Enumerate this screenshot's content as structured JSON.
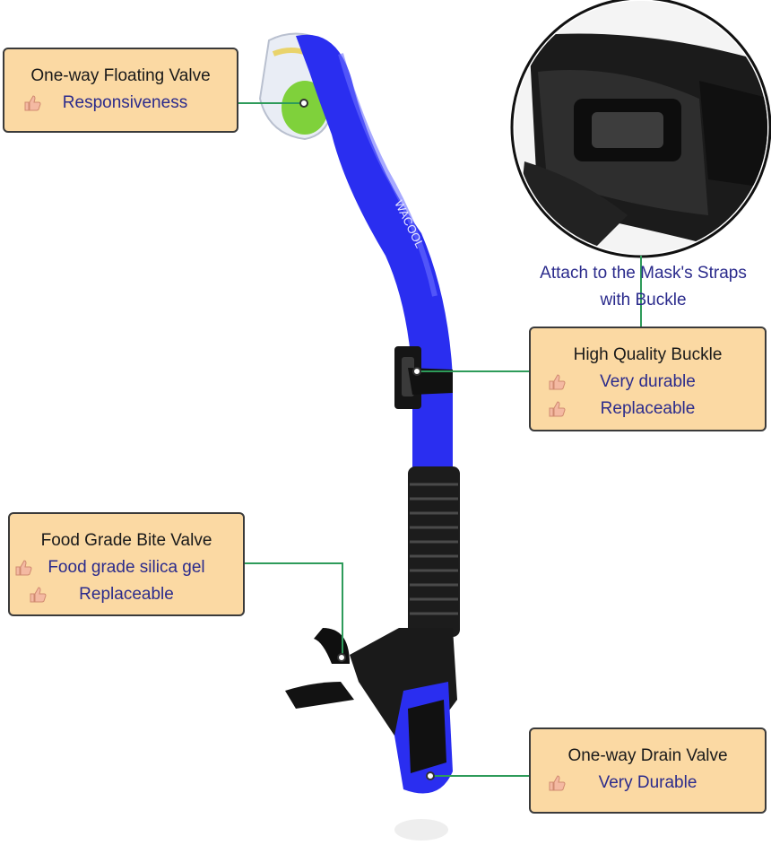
{
  "callouts": {
    "floating_valve": {
      "title": "One-way Floating Valve",
      "points": [
        "Responsiveness"
      ]
    },
    "buckle": {
      "title": "High Quality Buckle",
      "points": [
        "Very durable",
        "Replaceable"
      ]
    },
    "bite_valve": {
      "title": "Food Grade Bite Valve",
      "points": [
        "Food grade silica gel",
        "Replaceable"
      ]
    },
    "drain_valve": {
      "title": "One-way Drain Valve",
      "points": [
        "Very Durable"
      ]
    }
  },
  "mask_caption": {
    "line1": "Attach to the Mask's Straps",
    "line2": "with Buckle"
  },
  "brand_text": "WACOOL",
  "colors": {
    "callout_bg": "#fbd9a3",
    "leader": "#2e9b5a",
    "tube": "#2a2ef0",
    "text_accent": "#2b2b8c"
  },
  "icons": {
    "bullet": "thumbs-up-icon"
  }
}
